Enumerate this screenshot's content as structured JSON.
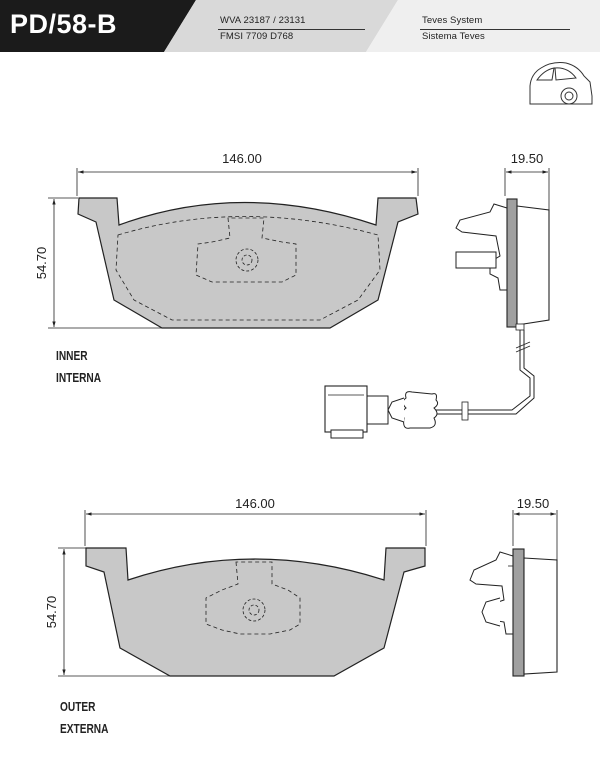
{
  "header": {
    "code": "PD/58-B",
    "refs_middle": [
      "WVA 23187 / 23131",
      "FMSI 7709 D768"
    ],
    "refs_right": [
      "Teves System",
      "Sistema Teves"
    ],
    "colors": {
      "header_dark": "#1b1b1b",
      "header_mid": "#d9d9d9",
      "header_light": "#eeeeee",
      "pad_fill": "#c8c8c8",
      "line": "#222222"
    }
  },
  "vehicle_icon": "car-side-icon",
  "inner": {
    "width_dim": "146.00",
    "height_dim": "54.70",
    "side_dim": "19.50",
    "labels": [
      "INNER",
      "INTERNA"
    ]
  },
  "outer": {
    "width_dim": "146.00",
    "height_dim": "54.70",
    "side_dim": "19.50",
    "labels": [
      "OUTER",
      "EXTERNA"
    ]
  }
}
